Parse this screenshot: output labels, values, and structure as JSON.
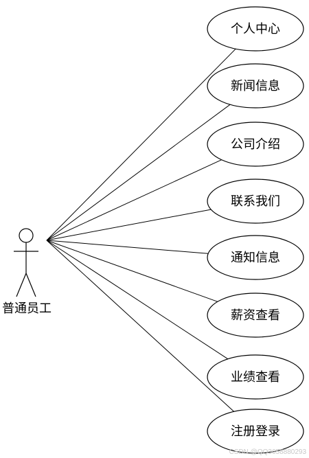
{
  "actor": {
    "label": "普通员工",
    "icon": "stick-figure-actor-icon"
  },
  "use_cases": [
    "个人中心",
    "新闻信息",
    "公司介绍",
    "联系我们",
    "通知信息",
    "薪资查看",
    "业绩查看",
    "注册登录"
  ],
  "watermark": "CSDN @QQ3658880293",
  "colors": {
    "stroke": "#000000",
    "background": "#ffffff",
    "watermark": "#c8c8c8"
  }
}
